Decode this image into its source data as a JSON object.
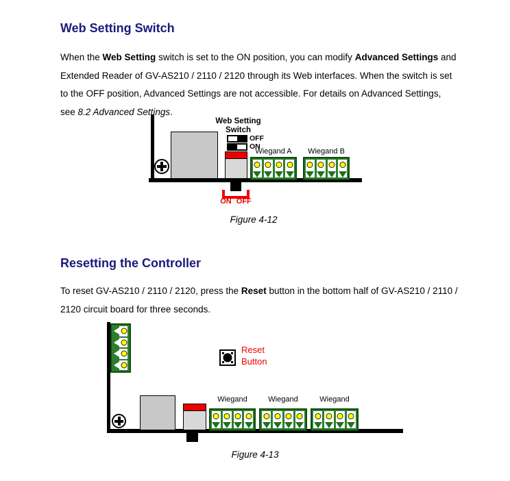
{
  "section1": {
    "heading": "Web Setting Switch",
    "paragraph": {
      "seg1": "When the ",
      "seg2_bold": "Web Setting",
      "seg3": " switch is set to the ON position, you can modify ",
      "seg4_bold": "Advanced Settings",
      "seg5": " and Extended Reader of GV-AS210 / 2110 / 2120 through its Web interfaces. When the switch is set to the OFF position, Advanced Settings are not accessible. For details on Advanced Settings, see ",
      "seg6_italic": "8.2 Advanced Settings",
      "seg7": "."
    },
    "figure": {
      "switch_label_line1": "Web Setting",
      "switch_label_line2": "Switch",
      "off_label": "OFF",
      "on_label": "ON",
      "wiegand_a_label": "Wiegand A",
      "wiegand_b_label": "Wiegand B",
      "on_off_label": "ON OFF",
      "caption": "Figure 4-12"
    }
  },
  "section2": {
    "heading": "Resetting the Controller",
    "paragraph": {
      "seg1": "To reset GV-AS210 / 2110 / 2120, press the ",
      "seg2_bold": "Reset",
      "seg3": " button in the bottom half of GV-AS210 / 2110 / 2120 circuit board for three seconds."
    },
    "figure": {
      "reset_label_line1": "Reset",
      "reset_label_line2": "Button",
      "wiegand_labels": [
        "Wiegand",
        "Wiegand",
        "Wiegand"
      ],
      "caption": "Figure 4-13"
    }
  },
  "icons": {
    "screw": "screw-icon (circle with cross)",
    "reset_button": "reset-button-icon (square with black circle)",
    "dip_switch_off": "dip-switch-off-icon (knob right)",
    "dip_switch_on": "dip-switch-on-icon (knob left)",
    "wiegand_pin": "pin-terminal-icon (yellow dot with green arrow)"
  },
  "colors": {
    "heading_navy": "#1a1a7c",
    "red": "#ee0000",
    "connector_green": "#2e7d2e",
    "connector_border_green": "#0c4c0c",
    "pin_yellow": "#ffff00",
    "component_gray": "#c8c8c8"
  }
}
